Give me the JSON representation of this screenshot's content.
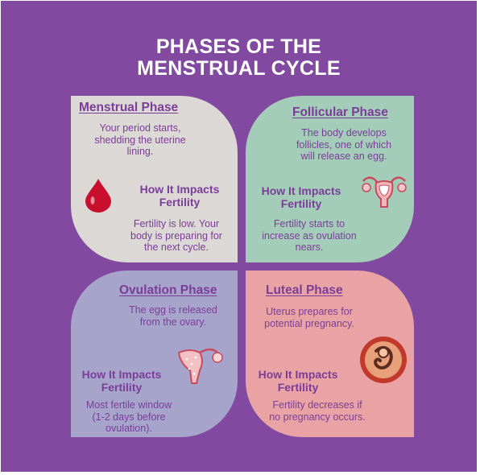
{
  "title": {
    "line1": "PHASES OF THE",
    "line2": "MENSTRUAL CYCLE"
  },
  "phases": [
    {
      "name": "Menstrual Phase",
      "description": [
        "Your period starts,",
        "shedding the uterine",
        "lining."
      ],
      "impact_heading": [
        "How It Impacts",
        "Fertility"
      ],
      "impact": [
        "Fertility is low. Your",
        "body is preparing for",
        "the next cycle."
      ],
      "icon": "blood-drop-icon",
      "color": "#dcd8d6"
    },
    {
      "name": "Follicular Phase",
      "description": [
        "The body develops",
        "follicles, one of which",
        "will release an egg."
      ],
      "impact_heading": [
        "How It Impacts",
        "Fertility"
      ],
      "impact": [
        "Fertility starts to",
        "increase as ovulation",
        "nears."
      ],
      "icon": "uterus-icon",
      "color": "#a4cdb9"
    },
    {
      "name": "Ovulation Phase",
      "description": [
        "The egg is released",
        "from the ovary."
      ],
      "impact_heading": [
        "How It Impacts",
        "Fertility"
      ],
      "impact": [
        "Most fertile window",
        "(1-2 days before",
        "ovulation)."
      ],
      "icon": "ovary-icon",
      "color": "#a7a4cc"
    },
    {
      "name": "Luteal Phase",
      "description": [
        "Uterus prepares for",
        "potential pregnancy."
      ],
      "impact_heading": [
        "How It Impacts",
        "Fertility"
      ],
      "impact": [
        "Fertility decreases if",
        "no pregnancy occurs."
      ],
      "icon": "embryo-icon",
      "color": "#e9a3a4"
    }
  ],
  "colors": {
    "background": "#8149a0",
    "text": "#7b3d98",
    "title": "#ffffff"
  }
}
